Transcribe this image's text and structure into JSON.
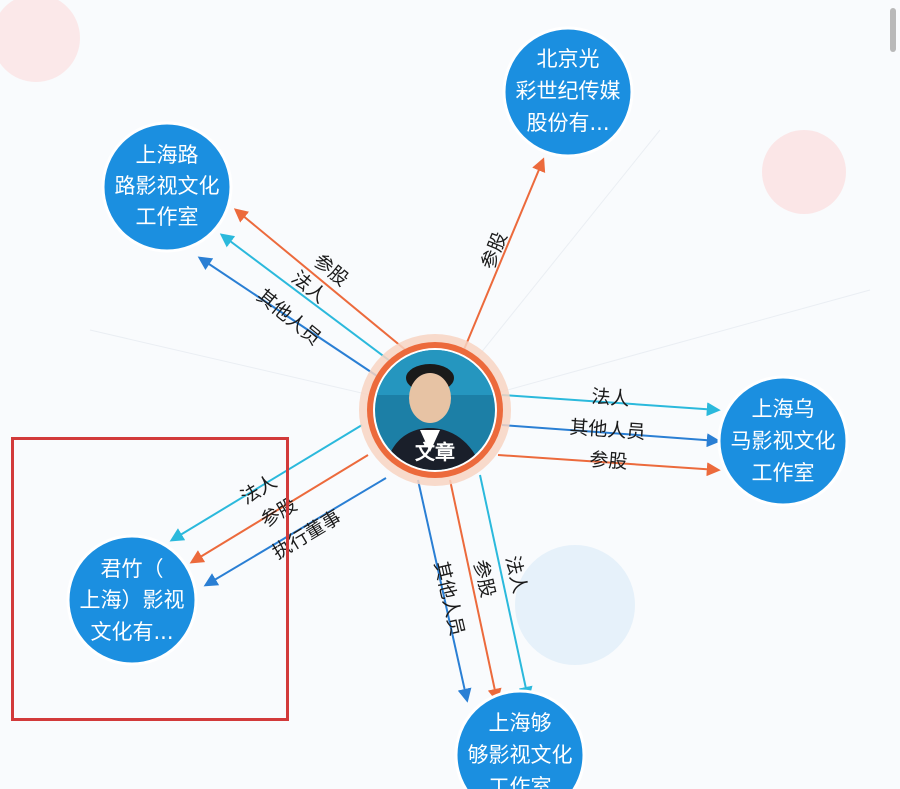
{
  "center": {
    "name": "文章"
  },
  "colors": {
    "node_fill": "#1b8fe0",
    "node_border": "#ffffff",
    "orange_edge": "#ec6a3c",
    "cyan_edge": "#2bb9dc",
    "blue_edge": "#2a7fd4",
    "center_ring": "#f2a07c",
    "highlight": "#d23a3a"
  },
  "nodes": [
    {
      "id": "beijing",
      "lines": [
        "北京光",
        "彩世纪传媒",
        "股份有..."
      ]
    },
    {
      "id": "shanghai_lu",
      "lines": [
        "上海路",
        "路影视文化",
        "工作室"
      ]
    },
    {
      "id": "shanghai_wu",
      "lines": [
        "上海乌",
        "马影视文化",
        "工作室"
      ]
    },
    {
      "id": "junzhu",
      "lines": [
        "君竹（",
        "上海）影视",
        "文化有..."
      ]
    },
    {
      "id": "shanghai_gou",
      "lines": [
        "上海够",
        "够影视文化",
        "工作室"
      ]
    }
  ],
  "edges": [
    {
      "id": "e1",
      "label": "参股"
    },
    {
      "id": "e2",
      "label": "参股"
    },
    {
      "id": "e3",
      "label": "法人"
    },
    {
      "id": "e4",
      "label": "其他人员"
    },
    {
      "id": "e5",
      "label": "法人"
    },
    {
      "id": "e6",
      "label": "其他人员"
    },
    {
      "id": "e7",
      "label": "参股"
    },
    {
      "id": "e8",
      "label": "法人"
    },
    {
      "id": "e9",
      "label": "参股"
    },
    {
      "id": "e10",
      "label": "执行董事"
    },
    {
      "id": "e11",
      "label": "其他人员"
    },
    {
      "id": "e12",
      "label": "参股"
    },
    {
      "id": "e13",
      "label": "法人"
    }
  ]
}
